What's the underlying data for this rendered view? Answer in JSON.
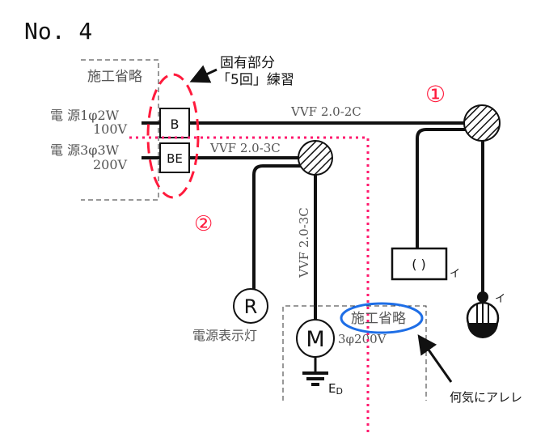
{
  "title": "No. 4",
  "omitted_label_top": "施工省略",
  "omitted_label_bottom": "施工省略",
  "callout_unique_line1": "固有部分",
  "callout_unique_line2": "「5回」練習",
  "callout_note": "何気にアレレ",
  "source1": {
    "line1": "電 源1φ2W",
    "line2": "100V"
  },
  "source2": {
    "line1": "電 源3φ3W",
    "line2": "200V"
  },
  "breaker_b": "B",
  "breaker_be": "BE",
  "cable_top": "VVF 2.0-2C",
  "cable_mid": "VVF 2.0-3C",
  "cable_vertical": "VVF 2.0-3C",
  "marker1": "①",
  "marker2": "②",
  "indicator_symbol": "R",
  "indicator_label": "電源表示灯",
  "motor_symbol": "M",
  "motor_spec": "3φ200V",
  "ground_label": "E",
  "ground_sub": "D",
  "light_symbol": "( )",
  "light_tag": "イ",
  "switch_tag": "イ",
  "colors": {
    "highlight_red": "#ff1a3c",
    "highlight_blue": "#1e6ee6",
    "guide_pink": "#ff1a6e"
  }
}
